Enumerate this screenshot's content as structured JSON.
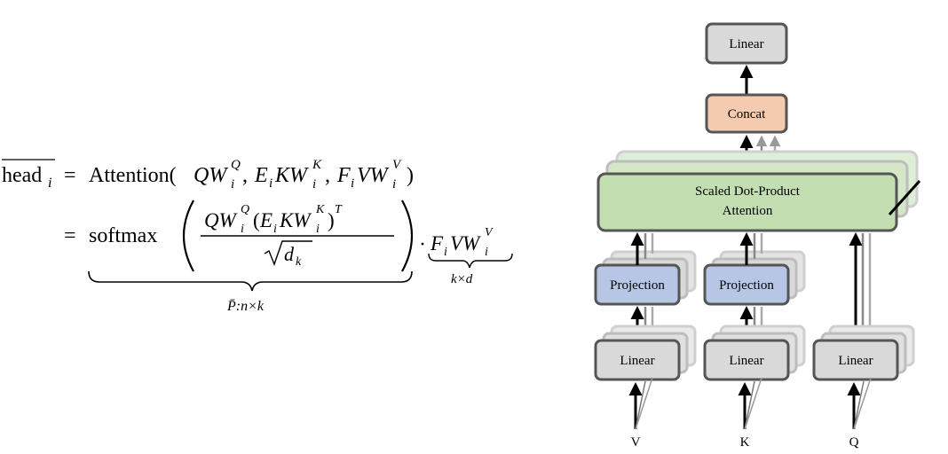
{
  "equation": {
    "line1": {
      "lhs": "head",
      "lhs_sub": "i",
      "eq": "=",
      "fn": "Attention(",
      "args": [
        {
          "base": "QW",
          "sub": "i",
          "sup": "Q"
        },
        {
          "base": "E",
          "sub2": "i",
          "mid": "KW",
          "sub": "i",
          "sup": "K"
        },
        {
          "base": "F",
          "sub2": "i",
          "mid": "VW",
          "sub": "i",
          "sup": "V"
        }
      ],
      "close": ")"
    },
    "line2": {
      "eq": "=",
      "fn": "softmax",
      "numerator": "QW_i^Q (E_i KW_i^K)^T",
      "denominator": "√d_k",
      "dot": "·",
      "tail": "F_i VW_i^V",
      "brace_left_label": "P̄:n×k",
      "brace_right_label": "k×d"
    }
  },
  "diagram": {
    "top_linear": "Linear",
    "concat": "Concat",
    "attention_line1": "Scaled Dot-Product",
    "attention_line2": "Attention",
    "projections": [
      "Projection",
      "Projection"
    ],
    "bottom_linears": [
      "Linear",
      "Linear",
      "Linear"
    ],
    "inputs": [
      "V",
      "K",
      "Q"
    ],
    "colors": {
      "linear_fill": "#d9d9d9",
      "concat_fill": "#f5cbb0",
      "attention_fill": "#c3dfb1",
      "projection_fill": "#b6c6e4",
      "stroke": "#555555"
    }
  }
}
